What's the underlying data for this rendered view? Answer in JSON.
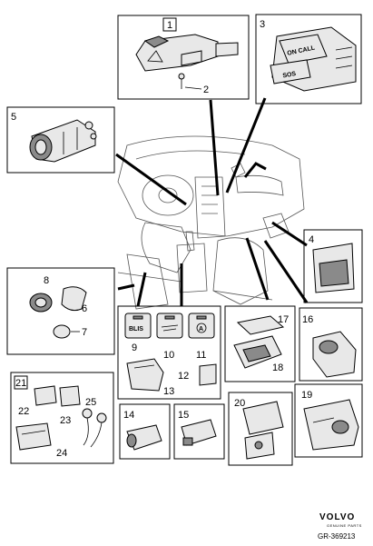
{
  "part_numbers": [
    "1",
    "2",
    "3",
    "4",
    "5",
    "6",
    "7",
    "8",
    "9",
    "10",
    "11",
    "12",
    "13",
    "14",
    "15",
    "16",
    "17",
    "18",
    "19",
    "20",
    "21",
    "22",
    "23",
    "24",
    "25"
  ],
  "switch_labels": {
    "on_call": "ON CALL",
    "sos": "SOS",
    "blis": "BLIS",
    "auto": "A"
  },
  "brand": {
    "logo_text": "VOLVO",
    "logo_sub": "GENUINE PARTS",
    "doc_number": "GR-369213"
  }
}
